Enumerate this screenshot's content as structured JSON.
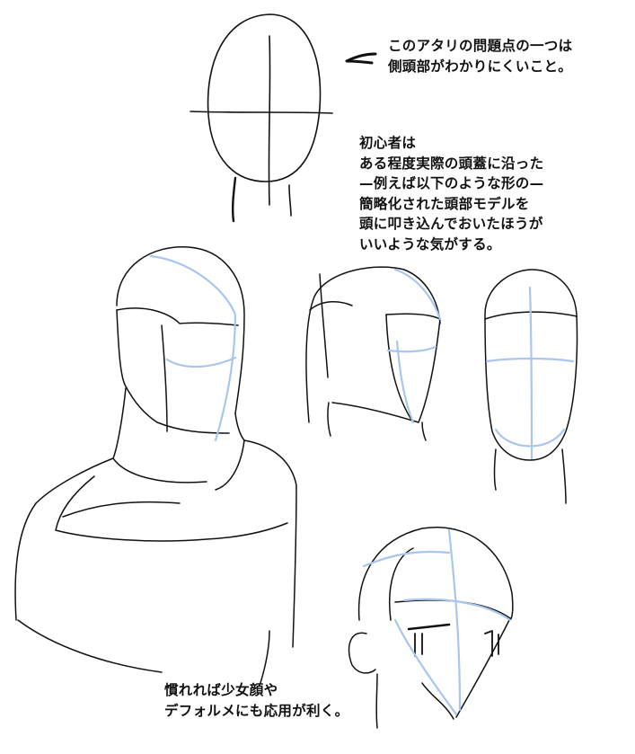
{
  "notes": {
    "top": [
      "このアタリの問題点の一つは",
      "側頭部がわかりにくいこと。"
    ],
    "middle": [
      "初心者は",
      "ある程度実際の頭蓋に沿った",
      "—例えば以下のような形の—",
      "簡略化された頭部モデルを",
      "頭に叩き込んでおいたほうが",
      "いいような気がする。"
    ],
    "bottom": [
      "慣れれば少女顔や",
      "デフォルメにも応用が利く。"
    ]
  },
  "colors": {
    "ink": "#111111",
    "guide": "#a9c6ee"
  }
}
